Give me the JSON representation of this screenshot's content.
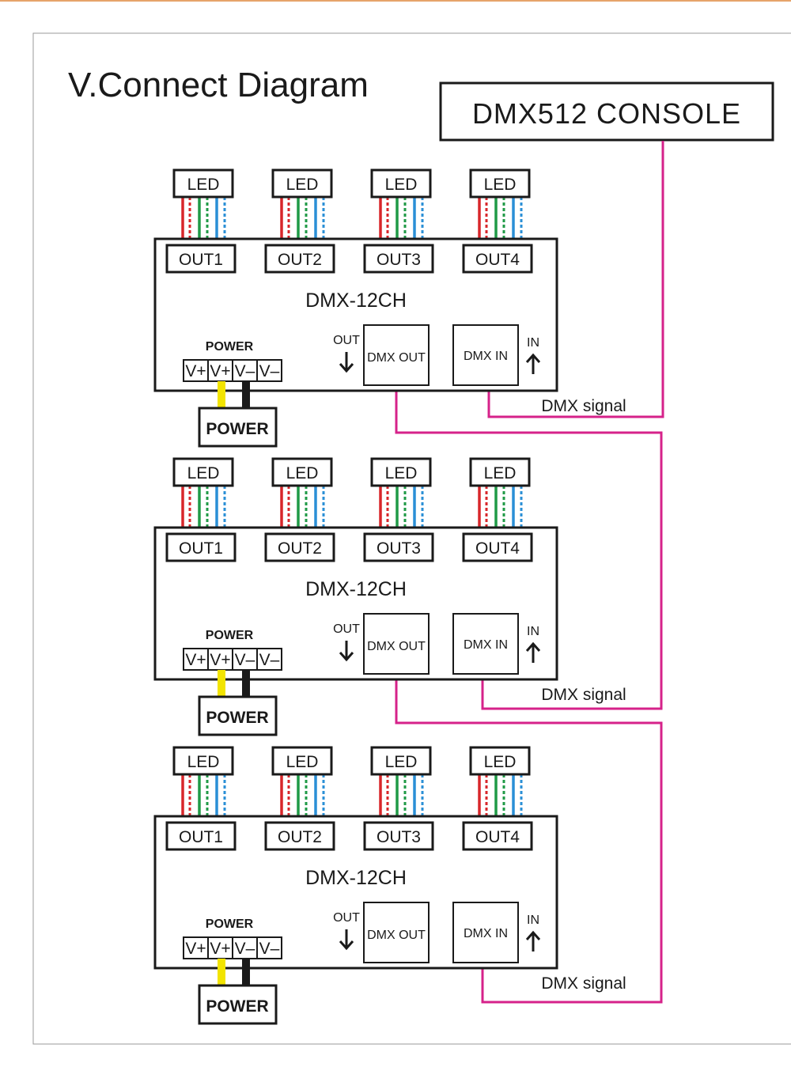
{
  "title": "V.Connect Diagram",
  "console_label": "DMX512 CONSOLE",
  "colors": {
    "signal_wire": "#d6228a",
    "wire_red": "#d8262a",
    "wire_green": "#1f9a46",
    "wire_blue": "#2a8fd6",
    "power_positive": "#f2e400",
    "power_negative": "#1a1a1a"
  },
  "units": [
    {
      "model": "DMX-12CH",
      "led_labels": [
        "LED",
        "LED",
        "LED",
        "LED"
      ],
      "output_labels": [
        "OUT1",
        "OUT2",
        "OUT3",
        "OUT4"
      ],
      "power_header": "POWER",
      "terminal_labels": [
        "V+",
        "V+",
        "V–",
        "V–"
      ],
      "out_label": "OUT",
      "in_label": "IN",
      "dmx_out_label": "DMX OUT",
      "dmx_in_label": "DMX IN",
      "power_supply_label": "POWER",
      "signal_label": "DMX  signal"
    },
    {
      "model": "DMX-12CH",
      "led_labels": [
        "LED",
        "LED",
        "LED",
        "LED"
      ],
      "output_labels": [
        "OUT1",
        "OUT2",
        "OUT3",
        "OUT4"
      ],
      "power_header": "POWER",
      "terminal_labels": [
        "V+",
        "V+",
        "V–",
        "V–"
      ],
      "out_label": "OUT",
      "in_label": "IN",
      "dmx_out_label": "DMX OUT",
      "dmx_in_label": "DMX IN",
      "power_supply_label": "POWER",
      "signal_label": "DMX  signal"
    },
    {
      "model": "DMX-12CH",
      "led_labels": [
        "LED",
        "LED",
        "LED",
        "LED"
      ],
      "output_labels": [
        "OUT1",
        "OUT2",
        "OUT3",
        "OUT4"
      ],
      "power_header": "POWER",
      "terminal_labels": [
        "V+",
        "V+",
        "V–",
        "V–"
      ],
      "out_label": "OUT",
      "in_label": "IN",
      "dmx_out_label": "DMX OUT",
      "dmx_in_label": "DMX IN",
      "power_supply_label": "POWER",
      "signal_label": "DMX  signal"
    }
  ]
}
